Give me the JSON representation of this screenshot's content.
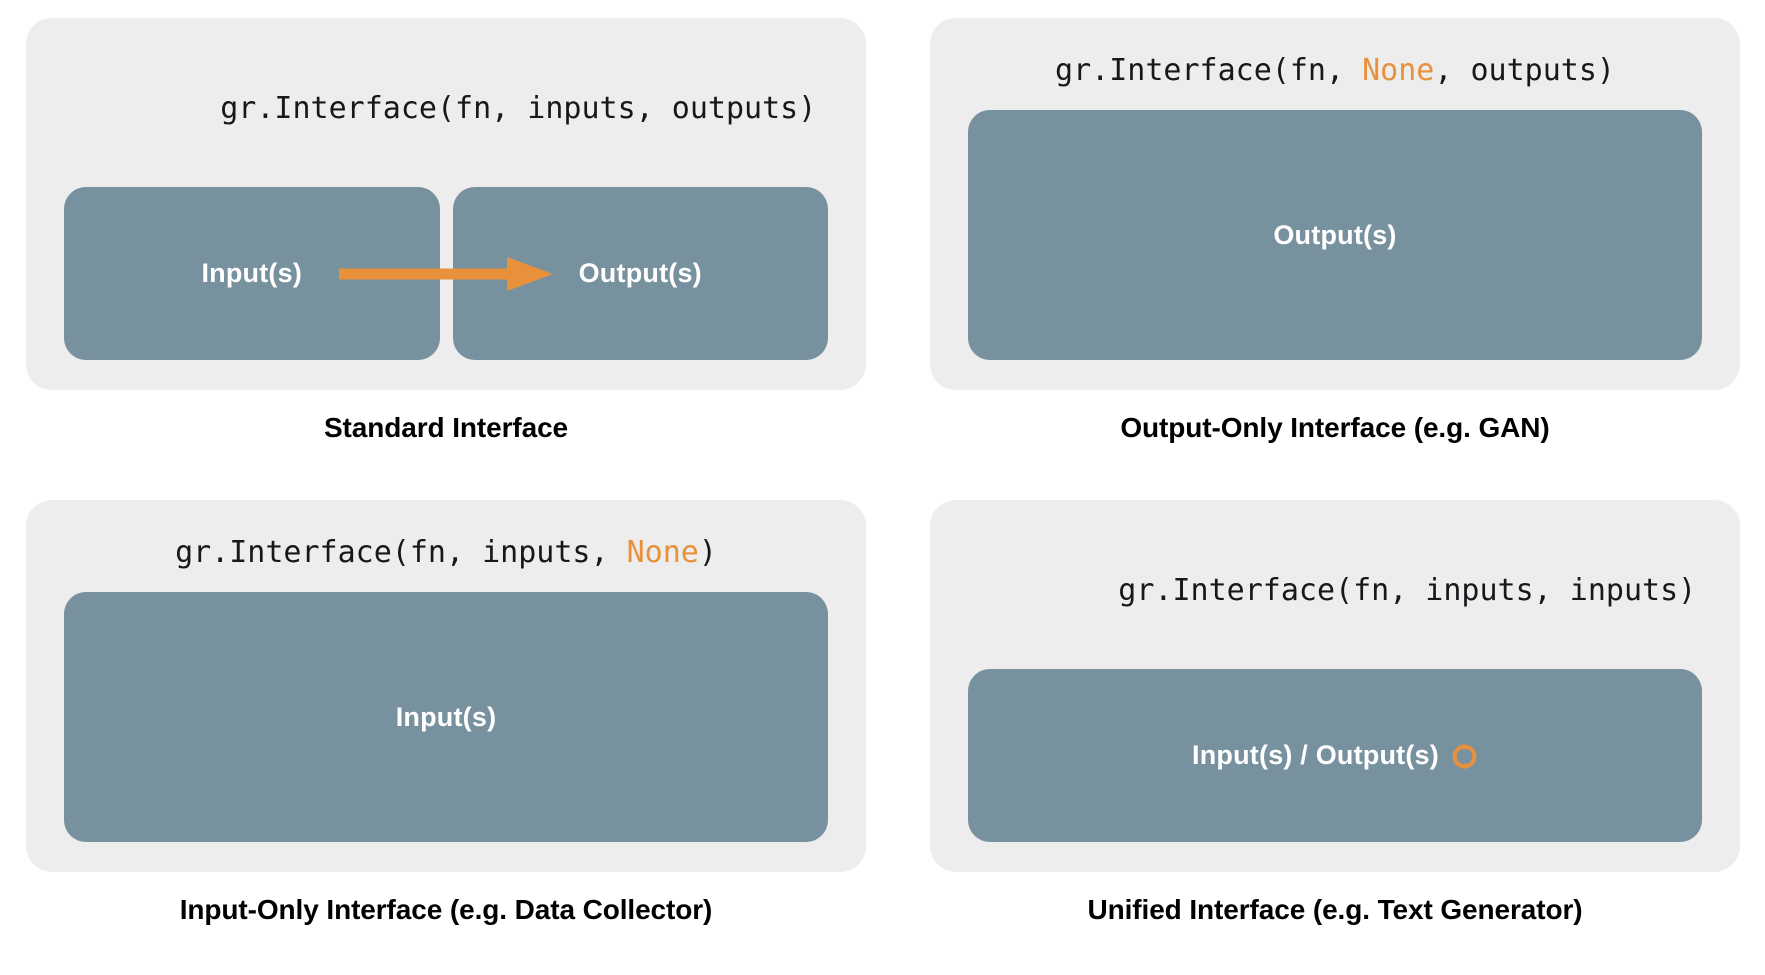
{
  "colors": {
    "background": "#ffffff",
    "card": "#ededed",
    "box": "#78919e",
    "accent_orange": "#e8913a",
    "text_dark": "#16181c",
    "label_white": "#ffffff"
  },
  "panels": [
    {
      "id": "standard",
      "code": {
        "prefix": "gr.Interface(fn, inputs, outputs)",
        "segments": [
          {
            "text": "gr.Interface(fn, inputs, outputs)",
            "highlight": false
          }
        ]
      },
      "boxes": [
        {
          "label": "Input(s)",
          "icon": null
        },
        {
          "label": "Output(s)",
          "icon": null
        }
      ],
      "arrow": {
        "present": true,
        "icon": "right-arrow-icon",
        "color": "#e8913a"
      },
      "caption": "Standard Interface"
    },
    {
      "id": "output-only",
      "code": {
        "prefix": "gr.Interface(fn, None, outputs)",
        "segments": [
          {
            "text": "gr.Interface(fn, ",
            "highlight": false
          },
          {
            "text": "None",
            "highlight": true
          },
          {
            "text": ", outputs)",
            "highlight": false
          }
        ]
      },
      "boxes": [
        {
          "label": "Output(s)",
          "icon": null
        }
      ],
      "arrow": {
        "present": false
      },
      "caption": "Output-Only Interface (e.g. GAN)"
    },
    {
      "id": "input-only",
      "code": {
        "prefix": "gr.Interface(fn, inputs, None)",
        "segments": [
          {
            "text": "gr.Interface(fn, inputs, ",
            "highlight": false
          },
          {
            "text": "None",
            "highlight": true
          },
          {
            "text": ")",
            "highlight": false
          }
        ]
      },
      "boxes": [
        {
          "label": "Input(s)",
          "icon": null
        }
      ],
      "arrow": {
        "present": false
      },
      "caption": "Input-Only Interface (e.g. Data Collector)"
    },
    {
      "id": "unified",
      "code": {
        "prefix": "gr.Interface(fn, inputs, inputs)",
        "segments": [
          {
            "text": "gr.Interface(fn, inputs, inputs)",
            "highlight": false
          }
        ]
      },
      "boxes": [
        {
          "label": "Input(s) / Output(s)",
          "icon": "cycle-icon"
        }
      ],
      "arrow": {
        "present": false
      },
      "caption": "Unified Interface (e.g. Text Generator)"
    }
  ]
}
